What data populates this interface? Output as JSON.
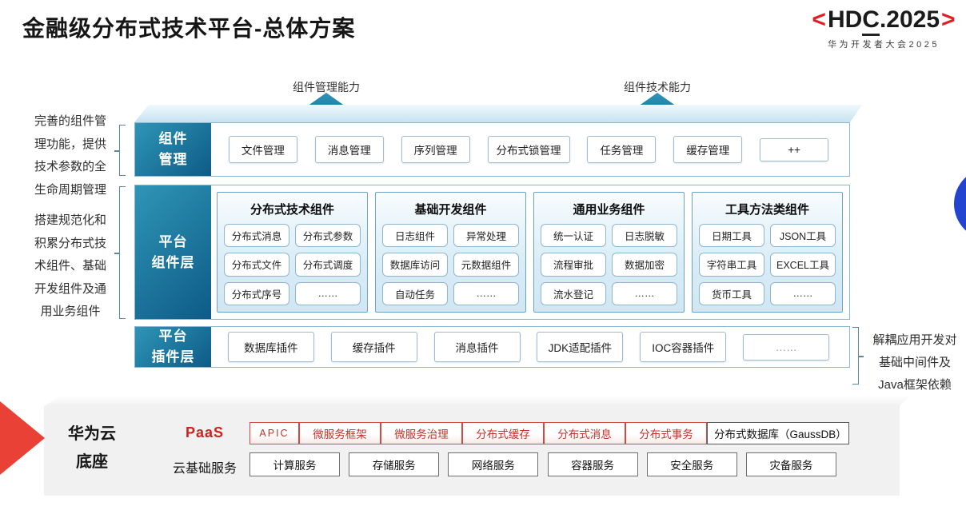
{
  "title": "金融级分布式技术平台-总体方案",
  "logo": {
    "left_bracket": "<",
    "parts": [
      "HD",
      "C",
      ".2025"
    ],
    "right_bracket": ">",
    "subtitle": "华为开发者大会2025"
  },
  "arrows": [
    {
      "label": "组件管理能力"
    },
    {
      "label": "组件技术能力"
    }
  ],
  "left_notes": [
    "完善的组件管\n理功能，提供\n技术参数的全\n生命周期管理",
    "搭建规范化和\n积累分布式技\n术组件、基础\n开发组件及通\n用业务组件"
  ],
  "right_note": "解耦应用开发对\n基础中间件及\nJava框架依赖",
  "rows": {
    "component_mgmt": {
      "label": "组件\n管理",
      "items": [
        "文件管理",
        "消息管理",
        "序列管理",
        "分布式锁管理",
        "任务管理",
        "缓存管理",
        "++"
      ]
    },
    "platform_components": {
      "label": "平台\n组件层",
      "groups": [
        {
          "title": "分布式技术组件",
          "items": [
            "分布式消息",
            "分布式参数",
            "分布式文件",
            "分布式调度",
            "分布式序号",
            "……"
          ]
        },
        {
          "title": "基础开发组件",
          "items": [
            "日志组件",
            "异常处理",
            "数据库访问",
            "元数据组件",
            "自动任务",
            "……"
          ]
        },
        {
          "title": "通用业务组件",
          "items": [
            "统一认证",
            "日志脱敏",
            "流程审批",
            "数据加密",
            "流水登记",
            "……"
          ]
        },
        {
          "title": "工具方法类组件",
          "items": [
            "日期工具",
            "JSON工具",
            "字符串工具",
            "EXCEL工具",
            "货币工具",
            "……"
          ]
        }
      ]
    },
    "platform_plugins": {
      "label": "平台\n插件层",
      "items": [
        "数据库插件",
        "缓存插件",
        "消息插件",
        "JDK适配插件",
        "IOC容器插件",
        "……"
      ]
    }
  },
  "foundation": {
    "label": "华为云\n底座",
    "paas": {
      "label": "PaaS",
      "items": [
        "APIC",
        "微服务框架",
        "微服务治理",
        "分布式缓存",
        "分布式消息",
        "分布式事务"
      ],
      "db_item": "分布式数据库（GaussDB）"
    },
    "iaas": {
      "label": "云基础服务",
      "items": [
        "计算服务",
        "存储服务",
        "网络服务",
        "容器服务",
        "安全服务",
        "灾备服务"
      ]
    }
  },
  "colors": {
    "teal-light": "#2f95b7",
    "teal-dark": "#0d5b86",
    "row-border": "#8ab8d4",
    "group-border": "#6aa3c8",
    "red": "#e94136",
    "red-border": "#cf4a43",
    "red-text": "#c0342c",
    "hdc-red": "#e01e24",
    "circle-blue": "#2344d0",
    "panel-gray": "#f1f1f2"
  }
}
